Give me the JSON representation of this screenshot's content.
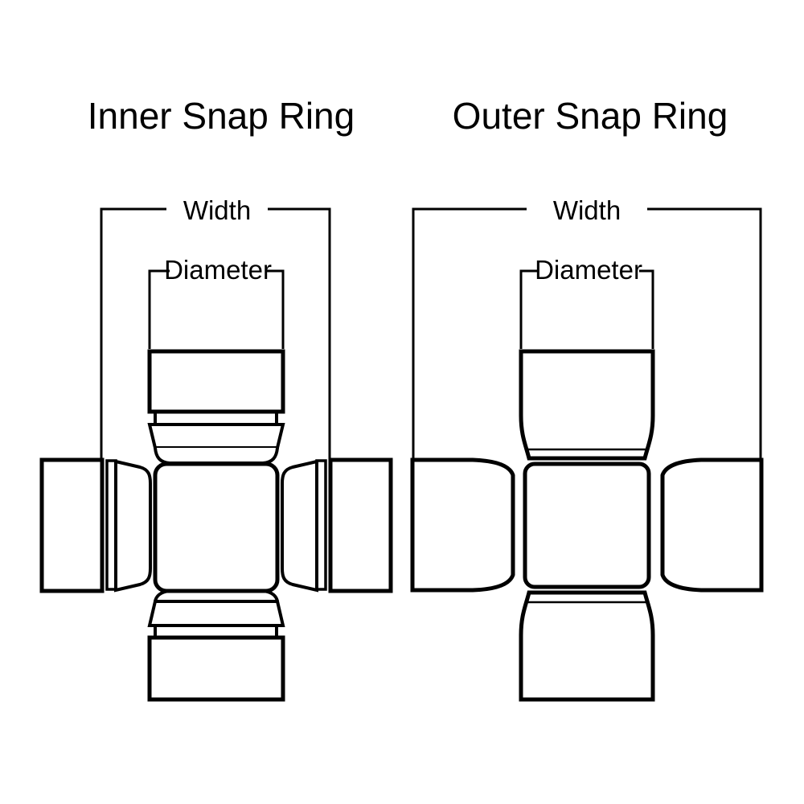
{
  "canvas": {
    "background": "#ffffff",
    "ink": "#000000"
  },
  "diagrams": {
    "inner": {
      "title": "Inner Snap Ring",
      "width_label": "Width",
      "diameter_label": "Diameter"
    },
    "outer": {
      "title": "Outer Snap Ring",
      "width_label": "Width",
      "diameter_label": "Diameter"
    }
  }
}
